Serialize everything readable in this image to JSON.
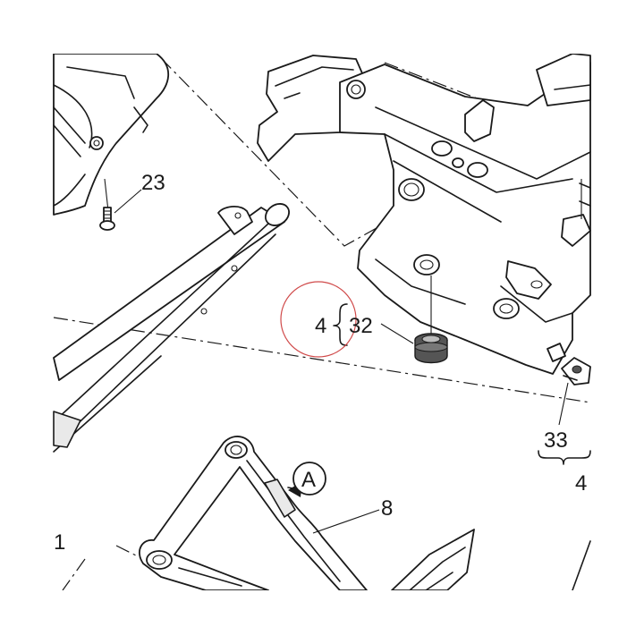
{
  "callouts": {
    "screw": "23",
    "group_left": "4",
    "grommet": "32",
    "clip": "33",
    "group_right": "4",
    "frame": "8",
    "view_marker": "A",
    "edge_left": "1"
  },
  "colors": {
    "line": "#1a1a1a",
    "highlight_circle": "#d04a4a",
    "grommet_dark": "#555555",
    "background": "#ffffff"
  }
}
